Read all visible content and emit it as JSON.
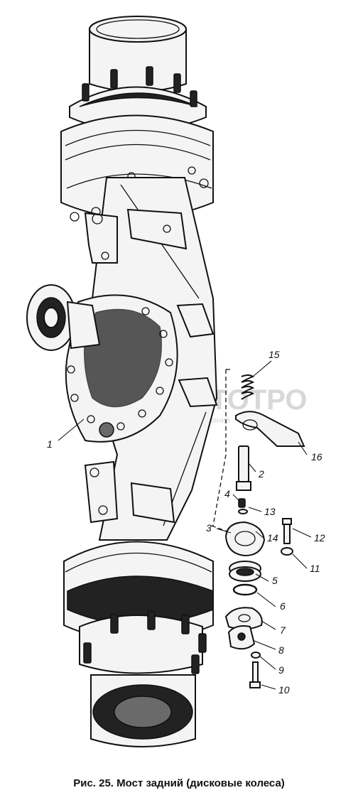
{
  "caption": "Рис. 25. Мост задний (дисковые колеса)",
  "watermark": {
    "title": "АВТОТРО",
    "subtitle": "группа компаний"
  },
  "part_labels": [
    "1",
    "2",
    "3",
    "4",
    "5",
    "6",
    "7",
    "8",
    "9",
    "10",
    "11",
    "12",
    "13",
    "14",
    "15",
    "16"
  ]
}
